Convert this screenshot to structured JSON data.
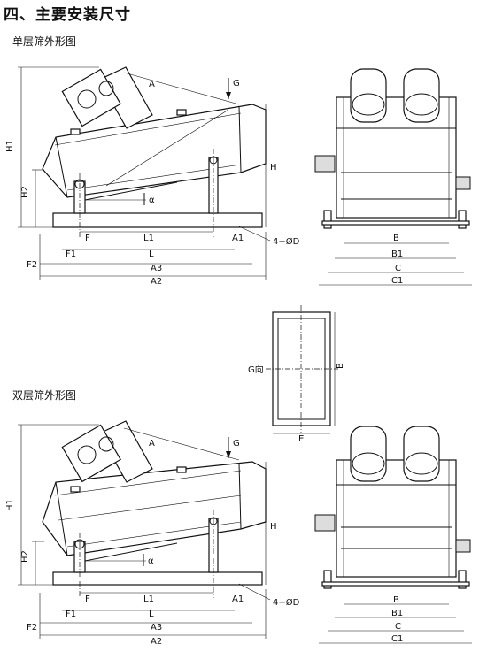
{
  "section_title": "四、主要安装尺寸",
  "single_layer_title": "单层筛外形图",
  "double_layer_title": "双层筛外形图",
  "dims": {
    "H1": "H1",
    "H2": "H2",
    "H": "H",
    "A": "A",
    "G": "G",
    "alpha": "α",
    "F": "F",
    "L1": "L1",
    "A1": "A1",
    "hole": "4−ØD",
    "F1": "F1",
    "L": "L",
    "F2": "F2",
    "A3": "A3",
    "A2": "A2",
    "B": "B",
    "B1": "B1",
    "C": "C",
    "C1": "C1",
    "G_view": "G向",
    "E": "E"
  }
}
